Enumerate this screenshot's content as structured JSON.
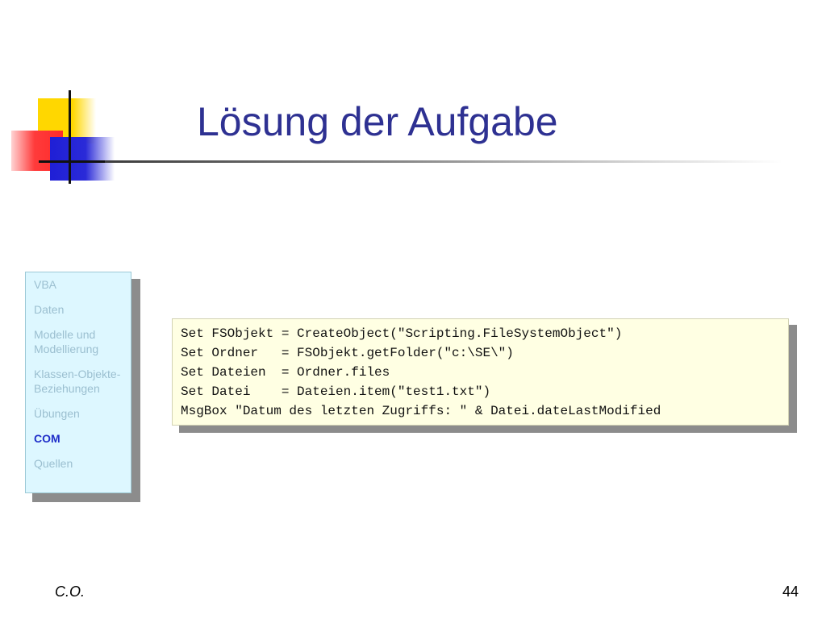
{
  "slide": {
    "title": "Lösung der Aufgabe",
    "nav": {
      "items": [
        {
          "label": "VBA",
          "active": false
        },
        {
          "label": "Daten",
          "active": false
        },
        {
          "label": "Modelle und Modellierung",
          "active": false
        },
        {
          "label": "Klassen-Objekte-Beziehungen",
          "active": false
        },
        {
          "label": "Übungen",
          "active": false
        },
        {
          "label": "COM",
          "active": true
        },
        {
          "label": "Quellen",
          "active": false
        }
      ]
    },
    "code": {
      "lines": [
        "Set FSObjekt = CreateObject(\"Scripting.FileSystemObject\")",
        "Set Ordner   = FSObjekt.getFolder(\"c:\\SE\\\")",
        "Set Dateien  = Ordner.files",
        "Set Datei    = Dateien.item(\"test1.txt\")",
        "MsgBox \"Datum des letzten Zugriffs: \" & Datei.dateLastModified"
      ]
    },
    "footer": {
      "author": "C.O.",
      "page_number": "44"
    },
    "colors": {
      "title": "#2e3192",
      "nav_active": "#1f2ec9",
      "nav_inactive": "#9bbfd0",
      "nav_background": "#ddf7ff",
      "code_background": "#ffffe3"
    }
  }
}
